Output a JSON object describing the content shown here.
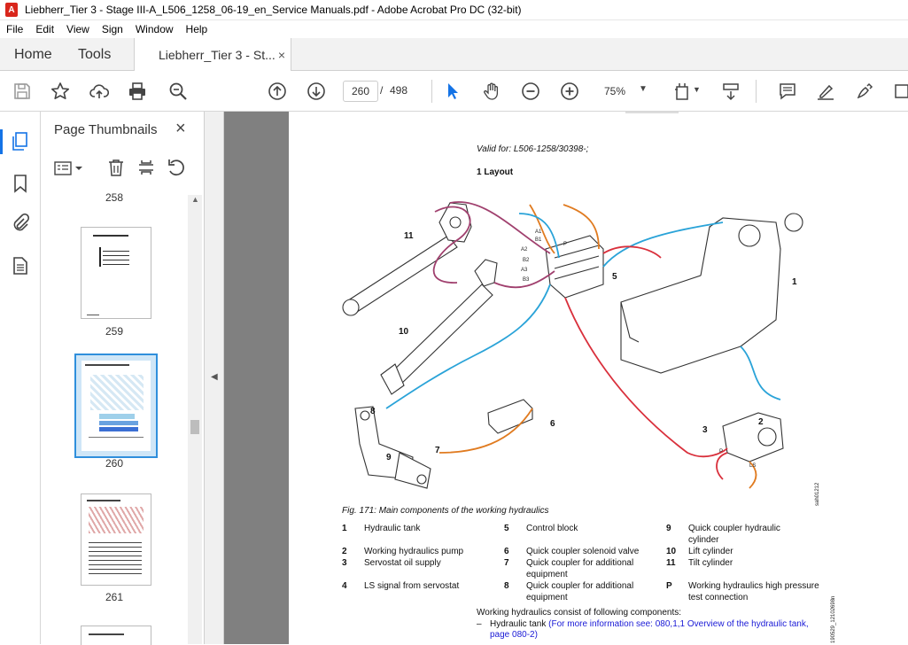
{
  "window": {
    "title": "Liebherr_Tier 3 - Stage III-A_L506_1258_06-19_en_Service Manuals.pdf - Adobe Acrobat Pro DC (32-bit)",
    "app_icon": "pdf-icon"
  },
  "menu": [
    "File",
    "Edit",
    "View",
    "Sign",
    "Window",
    "Help"
  ],
  "tabs": {
    "home": "Home",
    "tools": "Tools",
    "document": "Liebherr_Tier 3 - St...",
    "close": "×"
  },
  "toolbar": {
    "current_page": "260",
    "page_sep": "/",
    "total_pages": "498",
    "zoom": "75%"
  },
  "panel": {
    "title": "Page Thumbnails",
    "close": "×",
    "page_labels": [
      "258",
      "259",
      "260",
      "261"
    ],
    "selected_page": "260"
  },
  "document": {
    "valid_for": "Valid for: L506-1258/30398-;",
    "section": "1 Layout",
    "figure_caption": "Fig. 171: Main components of the working hydraulics",
    "figure_id": "sah01212",
    "side_code": "190529_12102698n",
    "callouts": [
      "11",
      "10",
      "8",
      "9",
      "7",
      "6",
      "5",
      "1",
      "2",
      "3"
    ],
    "port_labels": [
      "A1",
      "B1",
      "P",
      "A2",
      "B2",
      "A3",
      "B3",
      "P",
      "LS"
    ],
    "legend": [
      {
        "num": "1",
        "text": "Hydraulic tank"
      },
      {
        "num": "2",
        "text": "Working hydraulics pump"
      },
      {
        "num": "3",
        "text": "Servostat oil supply"
      },
      {
        "num": "4",
        "text": "LS signal from servostat"
      },
      {
        "num": "5",
        "text": "Control block"
      },
      {
        "num": "6",
        "text": "Quick coupler solenoid valve"
      },
      {
        "num": "7",
        "text": "Quick coupler for additional equipment"
      },
      {
        "num": "8",
        "text": "Quick coupler for additional equipment"
      },
      {
        "num": "9",
        "text": "Quick coupler hydraulic cylinder"
      },
      {
        "num": "10",
        "text": "Lift cylinder"
      },
      {
        "num": "11",
        "text": "Tilt cylinder"
      },
      {
        "num": "P",
        "text": "Working hydraulics high pressure test connection"
      }
    ],
    "body_intro": "Working hydraulics consist of following components:",
    "bullet_marker": "–",
    "bullet_text": "Hydraulic tank",
    "bullet_link": "(For more information see: 080,1,1 Overview of the hydraulic tank, page 080-2)"
  },
  "colors": {
    "accent": "#1473e6",
    "pdf_red": "#d9261c",
    "hose_red": "#d9303c",
    "hose_blue": "#2aa3d8",
    "hose_purple": "#a0406e",
    "hose_orange": "#e07b20",
    "link_blue": "#1a1ad6"
  }
}
